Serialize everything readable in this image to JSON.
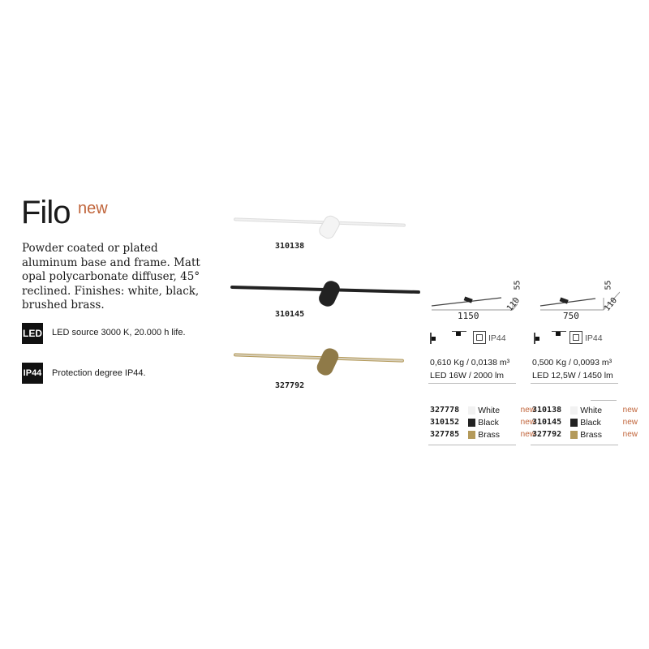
{
  "product": {
    "name": "Filo",
    "new_label": "new",
    "description": "Powder coated or plated aluminum base and frame. Matt opal polycarbonate diffuser, 45° reclined. Finishes: white, black, brushed brass."
  },
  "features": [
    {
      "badge": "LED",
      "text": "LED source 3000 K, 20.000 h life."
    },
    {
      "badge": "IP44",
      "text": "Protection degree IP44."
    }
  ],
  "images": [
    {
      "code": "310138",
      "finish": "white"
    },
    {
      "code": "310145",
      "finish": "black"
    },
    {
      "code": "327792",
      "finish": "brass"
    }
  ],
  "variants": [
    {
      "length": "1150",
      "depth": "110",
      "height": "55",
      "ip": "IP44",
      "weight": "0,610 Kg / 0,0138 m³",
      "led": "LED 16W / 2000 lm",
      "codes": [
        {
          "code": "327778",
          "finish": "White",
          "new": "new"
        },
        {
          "code": "310152",
          "finish": "Black",
          "new": "new"
        },
        {
          "code": "327785",
          "finish": "Brass",
          "new": "new"
        }
      ]
    },
    {
      "length": "750",
      "depth": "110",
      "height": "55",
      "ip": "IP44",
      "weight": "0,500 Kg / 0,0093 m³",
      "led": "LED 12,5W / 1450 lm",
      "codes": [
        {
          "code": "310138",
          "finish": "White",
          "new": "new"
        },
        {
          "code": "310145",
          "finish": "Black",
          "new": "new"
        },
        {
          "code": "327792",
          "finish": "Brass",
          "new": "new"
        }
      ]
    }
  ],
  "colors": {
    "accent": "#c0643a",
    "white": "#f2f2f2",
    "black": "#222222",
    "brass": "#b49a5a"
  }
}
